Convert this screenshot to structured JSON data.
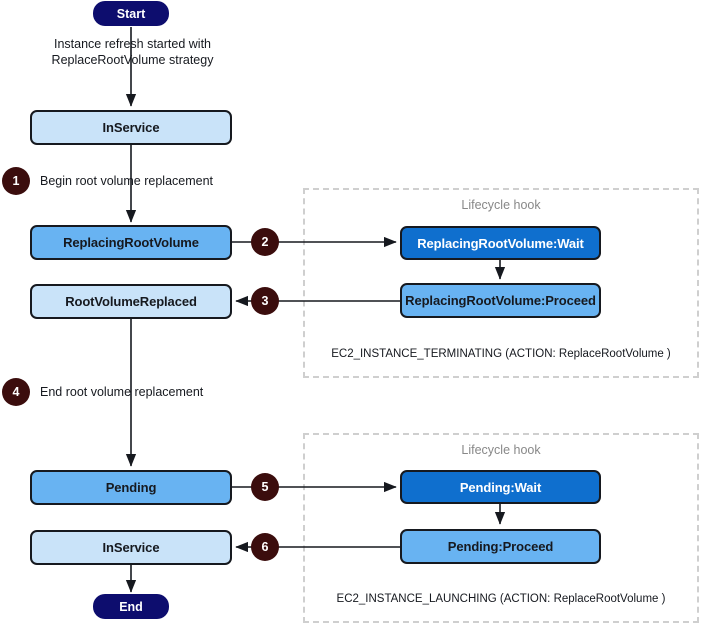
{
  "diagram": {
    "title_start": "Start",
    "title_end": "End",
    "nodes": {
      "in_service_top": "InService",
      "replacing_root_volume": "ReplacingRootVolume",
      "root_volume_replaced": "RootVolumeReplaced",
      "pending": "Pending",
      "in_service_bottom": "InService",
      "replacing_wait": "ReplacingRootVolume:Wait",
      "replacing_proceed": "ReplacingRootVolume:Proceed",
      "pending_wait": "Pending:Wait",
      "pending_proceed": "Pending:Proceed"
    },
    "edge_labels": {
      "start_to_inservice": "Instance refresh started with\nReplaceRootVolume strategy",
      "begin_replacement": "Begin root volume replacement",
      "end_replacement": "End root volume replacement"
    },
    "badges": {
      "one": "1",
      "two": "2",
      "three": "3",
      "four": "4",
      "five": "5",
      "six": "6"
    },
    "panels": {
      "terminating": {
        "title": "Lifecycle hook",
        "footer": "EC2_INSTANCE_TERMINATING (ACTION: ReplaceRootVolume )"
      },
      "launching": {
        "title": "Lifecycle hook",
        "footer": "EC2_INSTANCE_LAUNCHING (ACTION: ReplaceRootVolume )"
      }
    },
    "colors": {
      "pale_blue": "#c9e3f9",
      "mid_blue": "#68b3f2",
      "strong_blue": "#0f6fce",
      "terminal_navy": "#0d0d6e",
      "badge_maroon": "#3b0d0d",
      "panel_dash": "#cfcfcf",
      "stroke": "#16191f"
    }
  }
}
